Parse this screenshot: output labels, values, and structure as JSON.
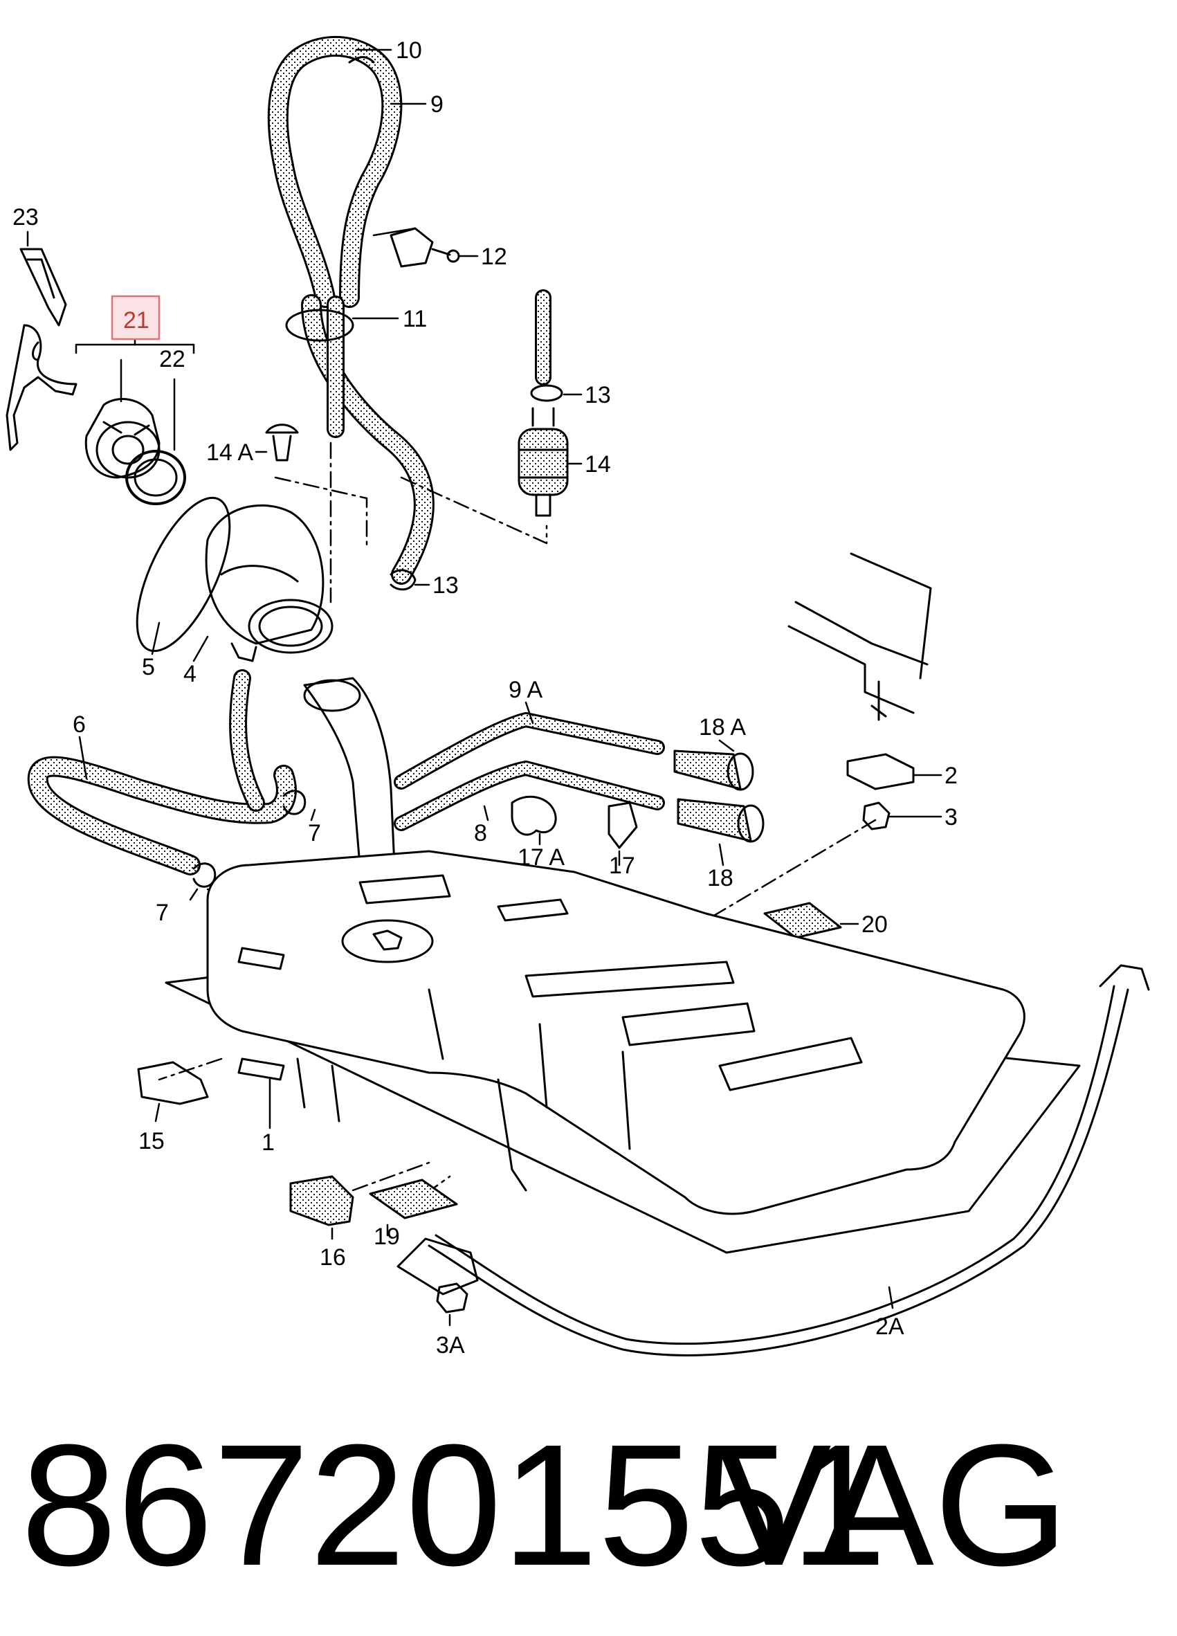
{
  "colors": {
    "ink": "#000000",
    "highlight_stroke": "#e0707a",
    "highlight_fill": "#fbe2e4",
    "highlight_text": "#c0392b",
    "paper": "#ffffff"
  },
  "callouts": [
    {
      "id": "c10",
      "text": "10"
    },
    {
      "id": "c9",
      "text": "9"
    },
    {
      "id": "c23",
      "text": "23"
    },
    {
      "id": "c21",
      "text": "21"
    },
    {
      "id": "c22",
      "text": "22"
    },
    {
      "id": "c12",
      "text": "12"
    },
    {
      "id": "c11",
      "text": "11"
    },
    {
      "id": "c13a",
      "text": "13"
    },
    {
      "id": "c14",
      "text": "14"
    },
    {
      "id": "c14A",
      "text": "14 A"
    },
    {
      "id": "c13b",
      "text": "13"
    },
    {
      "id": "c5",
      "text": "5"
    },
    {
      "id": "c4",
      "text": "4"
    },
    {
      "id": "c6",
      "text": "6"
    },
    {
      "id": "c9A",
      "text": "9 A"
    },
    {
      "id": "c18A",
      "text": "18 A"
    },
    {
      "id": "c2",
      "text": "2"
    },
    {
      "id": "c3",
      "text": "3"
    },
    {
      "id": "c7a",
      "text": "7"
    },
    {
      "id": "c8",
      "text": "8"
    },
    {
      "id": "c17A",
      "text": "17 A"
    },
    {
      "id": "c17",
      "text": "17"
    },
    {
      "id": "c18",
      "text": "18"
    },
    {
      "id": "c7b",
      "text": "7"
    },
    {
      "id": "c20",
      "text": "20"
    },
    {
      "id": "c15",
      "text": "15"
    },
    {
      "id": "c1",
      "text": "1"
    },
    {
      "id": "c16",
      "text": "16"
    },
    {
      "id": "c19",
      "text": "19"
    },
    {
      "id": "c3A",
      "text": "3A"
    },
    {
      "id": "c2A",
      "text": "2A"
    }
  ],
  "footer": {
    "part_number": "867201551",
    "brand": "VAG"
  }
}
